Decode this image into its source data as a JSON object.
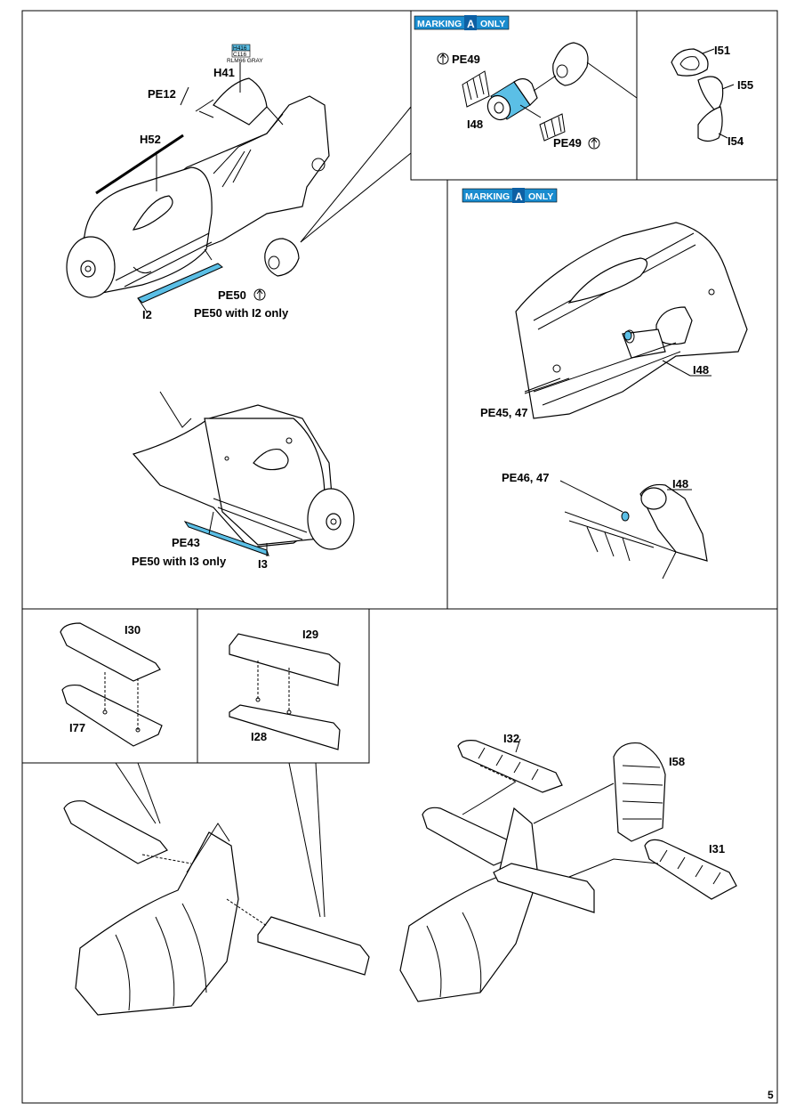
{
  "page_number": "5",
  "colors": {
    "highlight_blue": "#5bbfe6",
    "marking_badge": "#1a8ccf",
    "line": "#000000"
  },
  "badges": {
    "marking_a_1": {
      "pre": "MARKING",
      "letter": "A",
      "post": "ONLY"
    },
    "marking_a_2": {
      "pre": "MARKING",
      "letter": "A",
      "post": "ONLY"
    }
  },
  "paint_callout": {
    "code1": "H416",
    "code2": "C116",
    "name": "RLM66 GRAY"
  },
  "labels": {
    "H41": "H41",
    "PE12": "PE12",
    "H52": "H52",
    "I2": "I2",
    "PE50": "PE50",
    "PE50_I2": "PE50 with I2 only",
    "PE49_top": "PE49",
    "I48_inset": "I48",
    "PE49_bottom": "PE49",
    "I51": "I51",
    "I55": "I55",
    "I54": "I54",
    "I48_right1": "I48",
    "PE45_47": "PE45, 47",
    "PE46_47": "PE46, 47",
    "I48_right2": "I48",
    "PE43": "PE43",
    "PE50_I3": "PE50 with I3 only",
    "I3": "I3",
    "I30": "I30",
    "I77": "I77",
    "I29": "I29",
    "I28": "I28",
    "I32": "I32",
    "I58": "I58",
    "I31": "I31"
  }
}
